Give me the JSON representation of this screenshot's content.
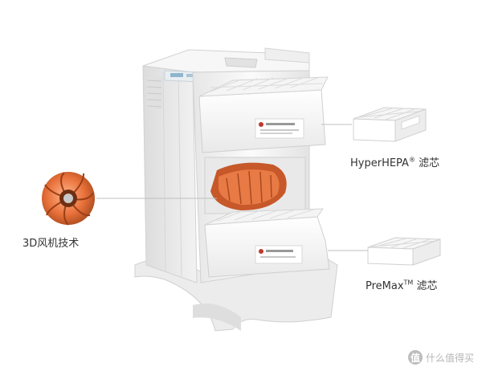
{
  "labels": {
    "fan_prefix": "3D风机技术",
    "hepa_name": "HyperHEPA",
    "hepa_mark": "®",
    "hepa_suffix": " 滤芯",
    "premax_name": "PreMax",
    "premax_mark": "TM",
    "premax_suffix": " 滤芯"
  },
  "watermark": {
    "badge": "值",
    "text": "什么值得买"
  },
  "colors": {
    "fan_orange": "#e8703a",
    "body_white": "#f4f4f4",
    "body_shadow": "#d9d9d9",
    "leader_line": "#bfbfbf",
    "filter_red": "#c0392b"
  }
}
